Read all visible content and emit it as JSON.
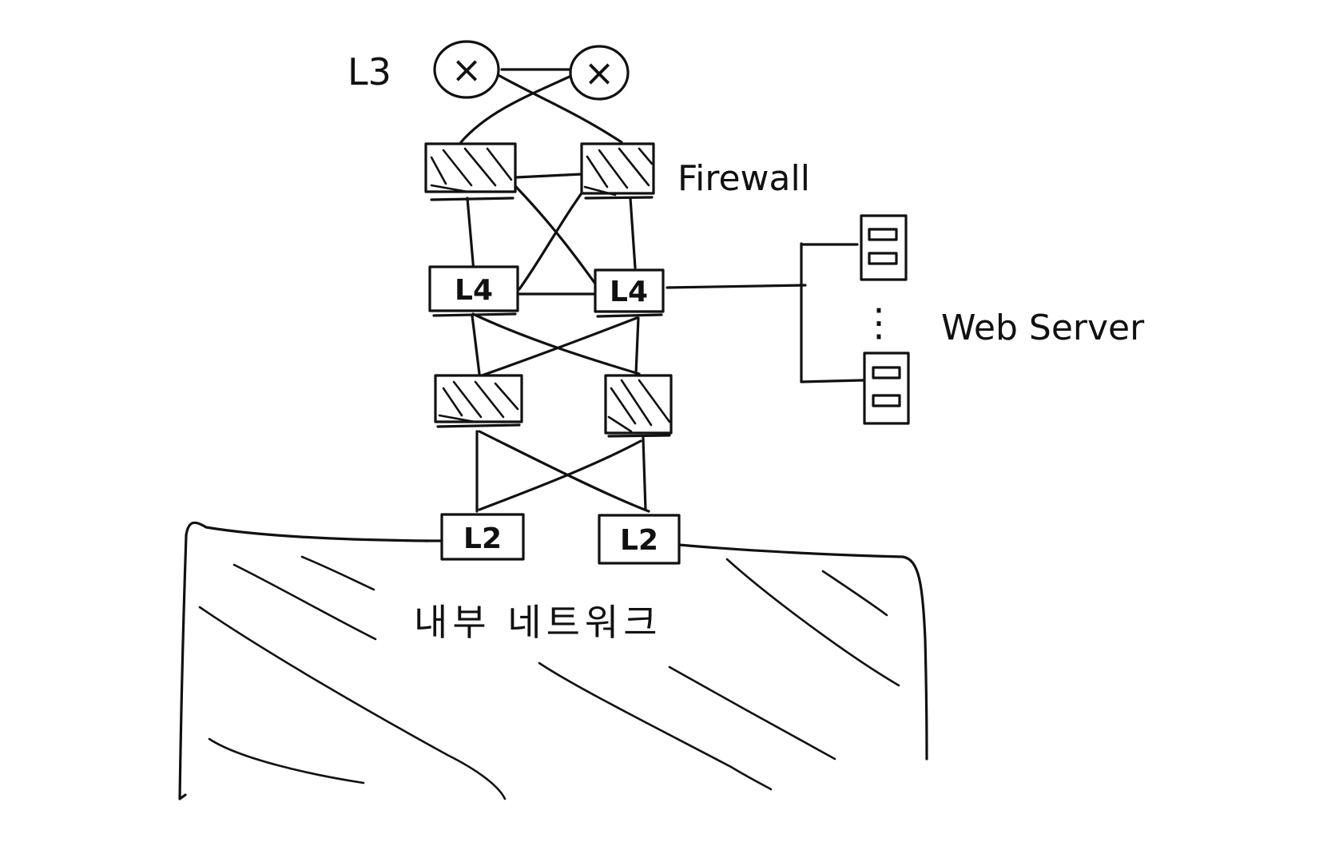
{
  "labels": {
    "l3": "L3",
    "firewall": "Firewall",
    "l4_left": "L4",
    "l4_right": "L4",
    "l2_left": "L2",
    "l2_right": "L2",
    "web_server": "Web Server",
    "internal_network": "내부 네트워크"
  },
  "router_symbol": "×",
  "server_ellipsis": "⋮",
  "icons": {
    "router": "router-icon",
    "firewall": "firewall-icon",
    "server": "server-icon"
  },
  "colors": {
    "ink": "#111111",
    "background": "#ffffff"
  }
}
